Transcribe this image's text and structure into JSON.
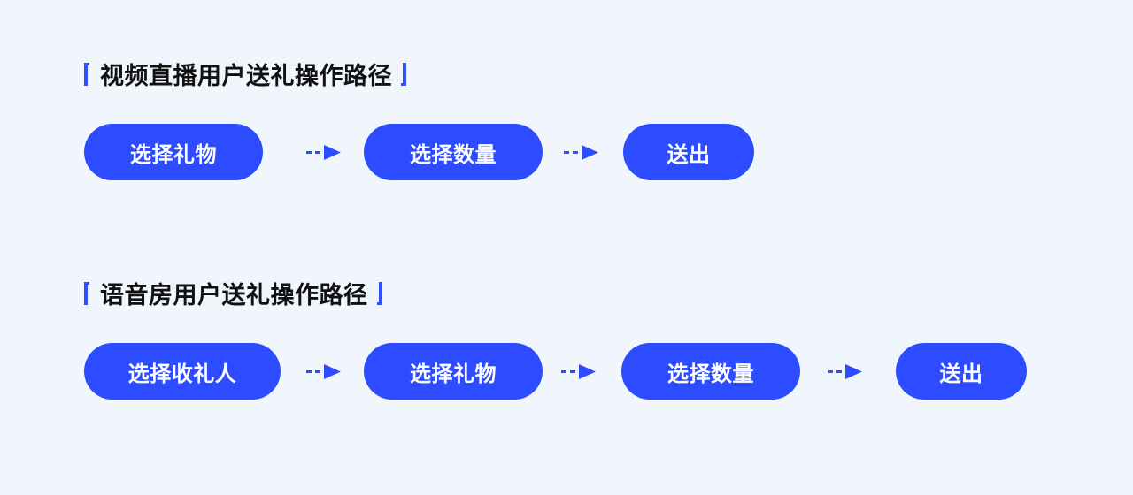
{
  "accent_color": "#2e4cff",
  "flows": [
    {
      "title": "视频直播用户送礼操作路径",
      "steps": [
        "选择礼物",
        "选择数量",
        "送出"
      ]
    },
    {
      "title": "语音房用户送礼操作路径",
      "steps": [
        "选择收礼人",
        "选择礼物",
        "选择数量",
        "送出"
      ]
    }
  ]
}
